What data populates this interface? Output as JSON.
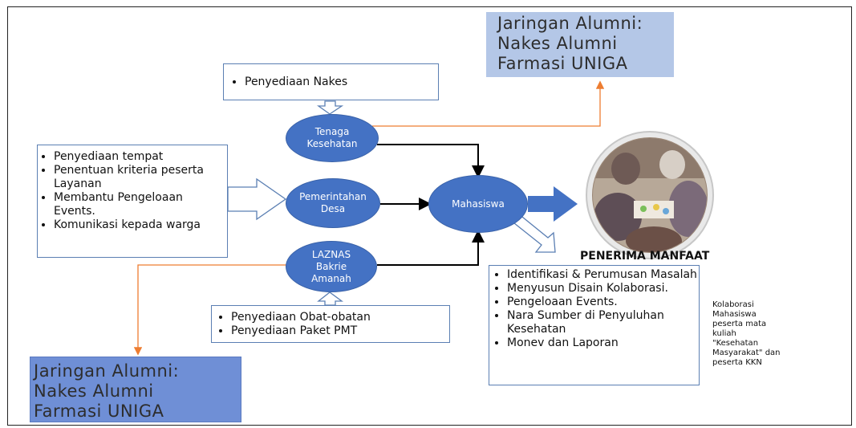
{
  "top_right_alumni": [
    "Jaringan Alumni:",
    "Nakes Alumni",
    "Farmasi UNIGA"
  ],
  "bottom_left_alumni": [
    "Jaringan Alumni:",
    "Nakes Alumni",
    "Farmasi UNIGA"
  ],
  "nakes_box": [
    "Penyediaan Nakes"
  ],
  "desa_box": [
    "Penyediaan tempat",
    "Penentuan kriteria peserta Layanan",
    "Membantu Pengeloaan Events.",
    "Komunikasi kepada warga"
  ],
  "laznas_box": [
    "Penyediaan Obat-obatan",
    "Penyediaan Paket PMT"
  ],
  "mahasiswa_box": [
    "Identifikasi & Perumusan Masalah",
    "Menyusun Disain Kolaborasi.",
    "Pengeloaan Events.",
    "Nara Sumber di Penyuluhan Kesehatan",
    "Monev dan Laporan"
  ],
  "nodes": {
    "tenaga": "Tenaga Kesehatan",
    "desa": "Pemerintahan Desa",
    "laznas": "LAZNAS Bakrie Amanah",
    "mahasiswa": "Mahasiswa"
  },
  "beneficiary_label": "PENERIMA MANFAAT",
  "note": "Kolaborasi Mahasiswa peserta mata kuliah \"Kesehatan Masyarakat\" dan peserta KKN",
  "colors": {
    "node_fill": "#4472c4",
    "alumni_fill": "#b4c7e7",
    "connector_orange": "#ed7d31",
    "box_border": "#5b7fb3"
  }
}
